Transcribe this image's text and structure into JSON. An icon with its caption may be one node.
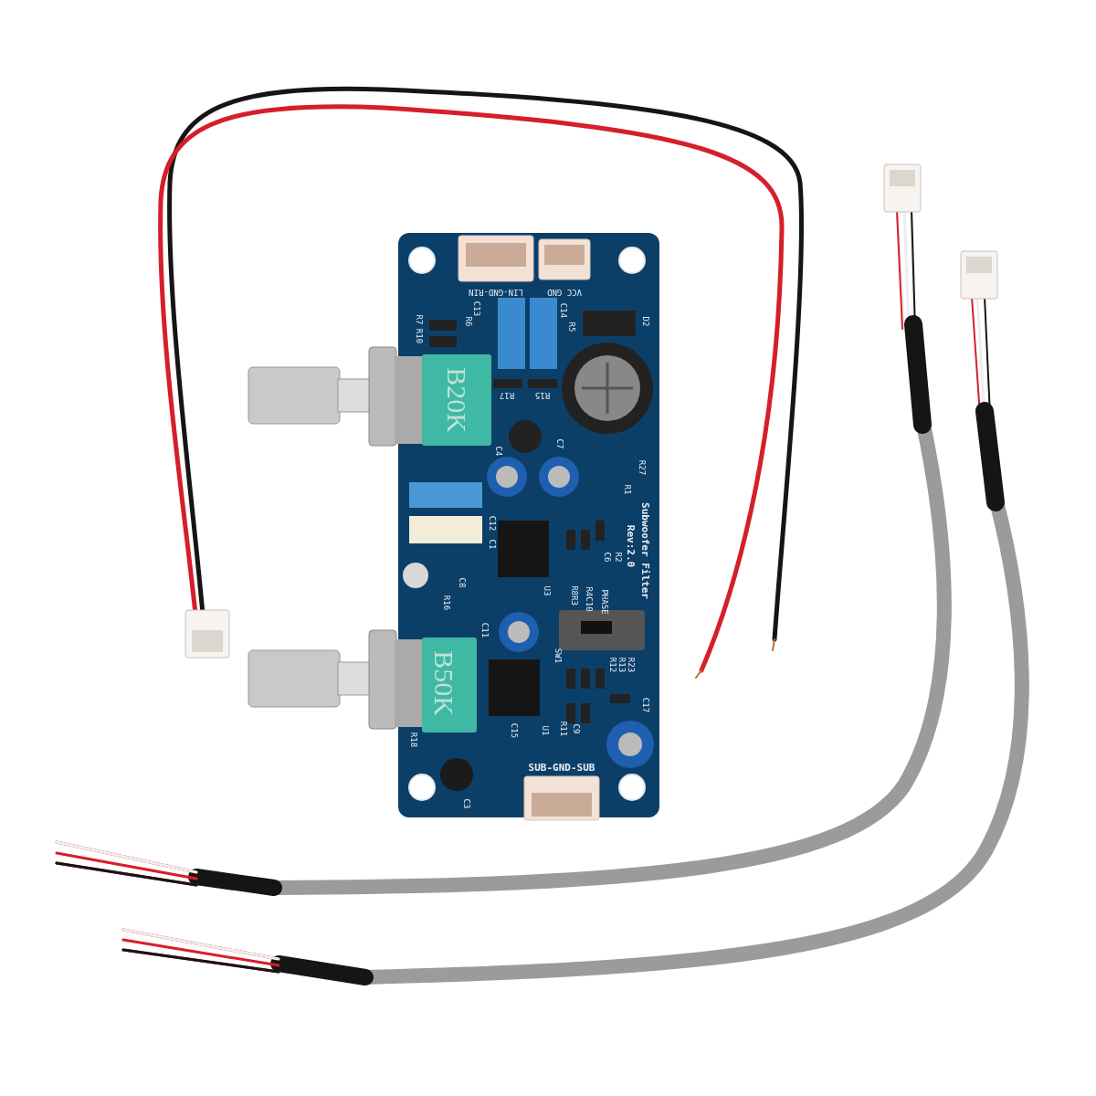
{
  "diagram": {
    "labels": [
      "LIN-GND-RIN",
      "VCC GND",
      "C13",
      "R6",
      "C14",
      "R7",
      "R10",
      "R5",
      "D2",
      "B20K",
      "R17",
      "R15",
      "C4",
      "C7",
      "R27",
      "R1",
      "C12",
      "C1",
      "Subwoofer Filter",
      "Rev:2.0",
      "C6",
      "R2",
      "C8",
      "R16",
      "U3",
      "R8R3",
      "R4C10",
      "PHASE",
      "C11",
      "SW1",
      "B50K",
      "R23",
      "R13",
      "R12",
      "C17",
      "R11",
      "C9",
      "C15",
      "U1",
      "R18",
      "SUB-GND-SUB",
      "C3"
    ]
  }
}
